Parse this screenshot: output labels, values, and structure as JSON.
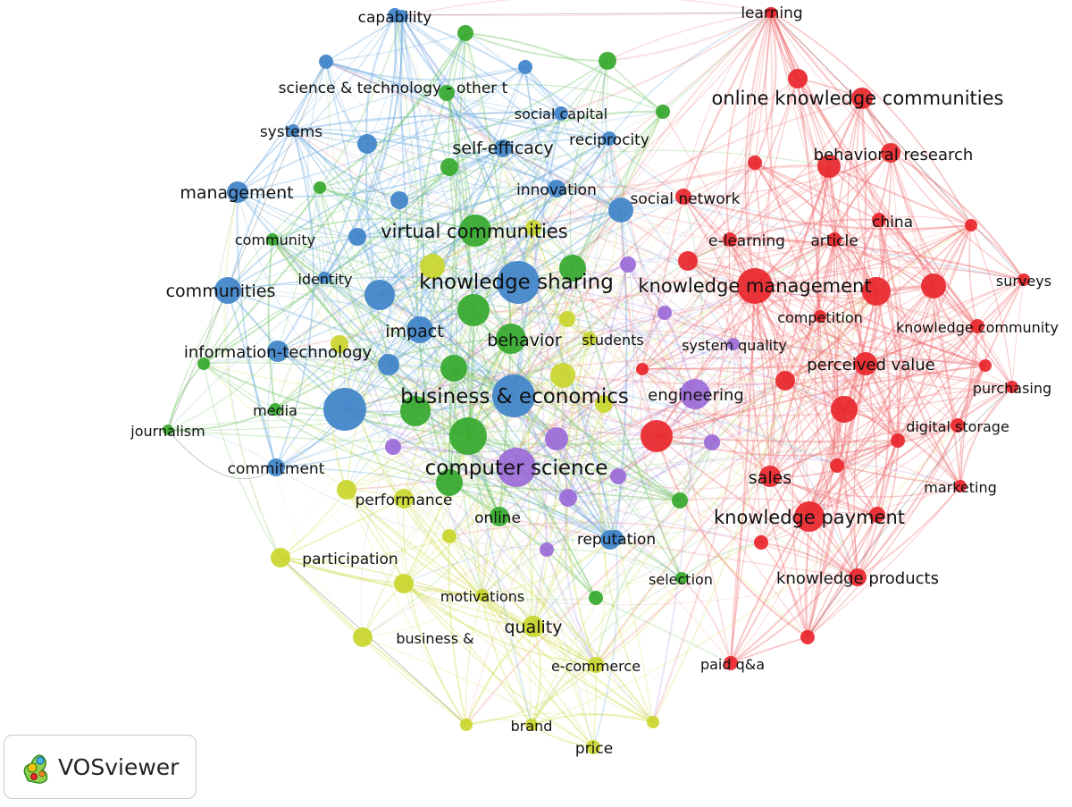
{
  "app": {
    "logo_text": "VOSviewer"
  },
  "colors": {
    "red": "#e8262b",
    "green": "#35a82c",
    "blue": "#3f83c9",
    "yellow": "#c9d62c",
    "purple": "#9b6ad8",
    "light_blue": "#66b4e6"
  },
  "clusters": [
    "red",
    "green",
    "blue",
    "yellow",
    "purple"
  ],
  "nodes": [
    {
      "label": "capability",
      "cluster": "blue",
      "size": "small"
    },
    {
      "label": "learning",
      "cluster": "red",
      "size": "small"
    },
    {
      "label": "science & technology - other t",
      "cluster": "green",
      "size": "medium"
    },
    {
      "label": "online knowledge communities",
      "cluster": "red",
      "size": "large"
    },
    {
      "label": "social capital",
      "cluster": "blue",
      "size": "small"
    },
    {
      "label": "systems",
      "cluster": "blue",
      "size": "small"
    },
    {
      "label": "reciprocity",
      "cluster": "blue",
      "size": "small"
    },
    {
      "label": "self-efficacy",
      "cluster": "blue",
      "size": "medium"
    },
    {
      "label": "behavioral research",
      "cluster": "red",
      "size": "medium"
    },
    {
      "label": "management",
      "cluster": "blue",
      "size": "medium"
    },
    {
      "label": "innovation",
      "cluster": "blue",
      "size": "small"
    },
    {
      "label": "social network",
      "cluster": "red",
      "size": "small"
    },
    {
      "label": "virtual communities",
      "cluster": "green",
      "size": "large"
    },
    {
      "label": "china",
      "cluster": "red",
      "size": "small"
    },
    {
      "label": "community",
      "cluster": "green",
      "size": "small"
    },
    {
      "label": "e-learning",
      "cluster": "red",
      "size": "small"
    },
    {
      "label": "article",
      "cluster": "red",
      "size": "small"
    },
    {
      "label": "identity",
      "cluster": "blue",
      "size": "small"
    },
    {
      "label": "knowledge sharing",
      "cluster": "blue",
      "size": "large"
    },
    {
      "label": "knowledge management",
      "cluster": "red",
      "size": "large"
    },
    {
      "label": "surveys",
      "cluster": "red",
      "size": "small"
    },
    {
      "label": "communities",
      "cluster": "blue",
      "size": "medium"
    },
    {
      "label": "competition",
      "cluster": "red",
      "size": "small"
    },
    {
      "label": "impact",
      "cluster": "blue",
      "size": "medium"
    },
    {
      "label": "behavior",
      "cluster": "green",
      "size": "medium"
    },
    {
      "label": "students",
      "cluster": "yellow",
      "size": "small"
    },
    {
      "label": "system quality",
      "cluster": "purple",
      "size": "small"
    },
    {
      "label": "knowledge community",
      "cluster": "red",
      "size": "small"
    },
    {
      "label": "information-technology",
      "cluster": "blue",
      "size": "small"
    },
    {
      "label": "perceived value",
      "cluster": "red",
      "size": "medium"
    },
    {
      "label": "purchasing",
      "cluster": "red",
      "size": "small"
    },
    {
      "label": "business & economics",
      "cluster": "blue",
      "size": "large"
    },
    {
      "label": "engineering",
      "cluster": "purple",
      "size": "medium"
    },
    {
      "label": "media",
      "cluster": "green",
      "size": "small"
    },
    {
      "label": "journalism",
      "cluster": "green",
      "size": "small"
    },
    {
      "label": "digital storage",
      "cluster": "red",
      "size": "small"
    },
    {
      "label": "commitment",
      "cluster": "blue",
      "size": "small"
    },
    {
      "label": "computer science",
      "cluster": "purple",
      "size": "large"
    },
    {
      "label": "sales",
      "cluster": "red",
      "size": "medium"
    },
    {
      "label": "marketing",
      "cluster": "red",
      "size": "small"
    },
    {
      "label": "performance",
      "cluster": "yellow",
      "size": "small"
    },
    {
      "label": "knowledge payment",
      "cluster": "red",
      "size": "large"
    },
    {
      "label": "online",
      "cluster": "green",
      "size": "small"
    },
    {
      "label": "reputation",
      "cluster": "blue",
      "size": "small"
    },
    {
      "label": "participation",
      "cluster": "yellow",
      "size": "medium"
    },
    {
      "label": "selection",
      "cluster": "green",
      "size": "small"
    },
    {
      "label": "knowledge products",
      "cluster": "red",
      "size": "medium"
    },
    {
      "label": "motivations",
      "cluster": "yellow",
      "size": "small"
    },
    {
      "label": "quality",
      "cluster": "yellow",
      "size": "medium"
    },
    {
      "label": "business &",
      "cluster": "yellow",
      "size": "small"
    },
    {
      "label": "e-commerce",
      "cluster": "yellow",
      "size": "small"
    },
    {
      "label": "paid q&a",
      "cluster": "red",
      "size": "small"
    },
    {
      "label": "brand",
      "cluster": "yellow",
      "size": "small"
    },
    {
      "label": "price",
      "cluster": "yellow",
      "size": "small"
    }
  ]
}
